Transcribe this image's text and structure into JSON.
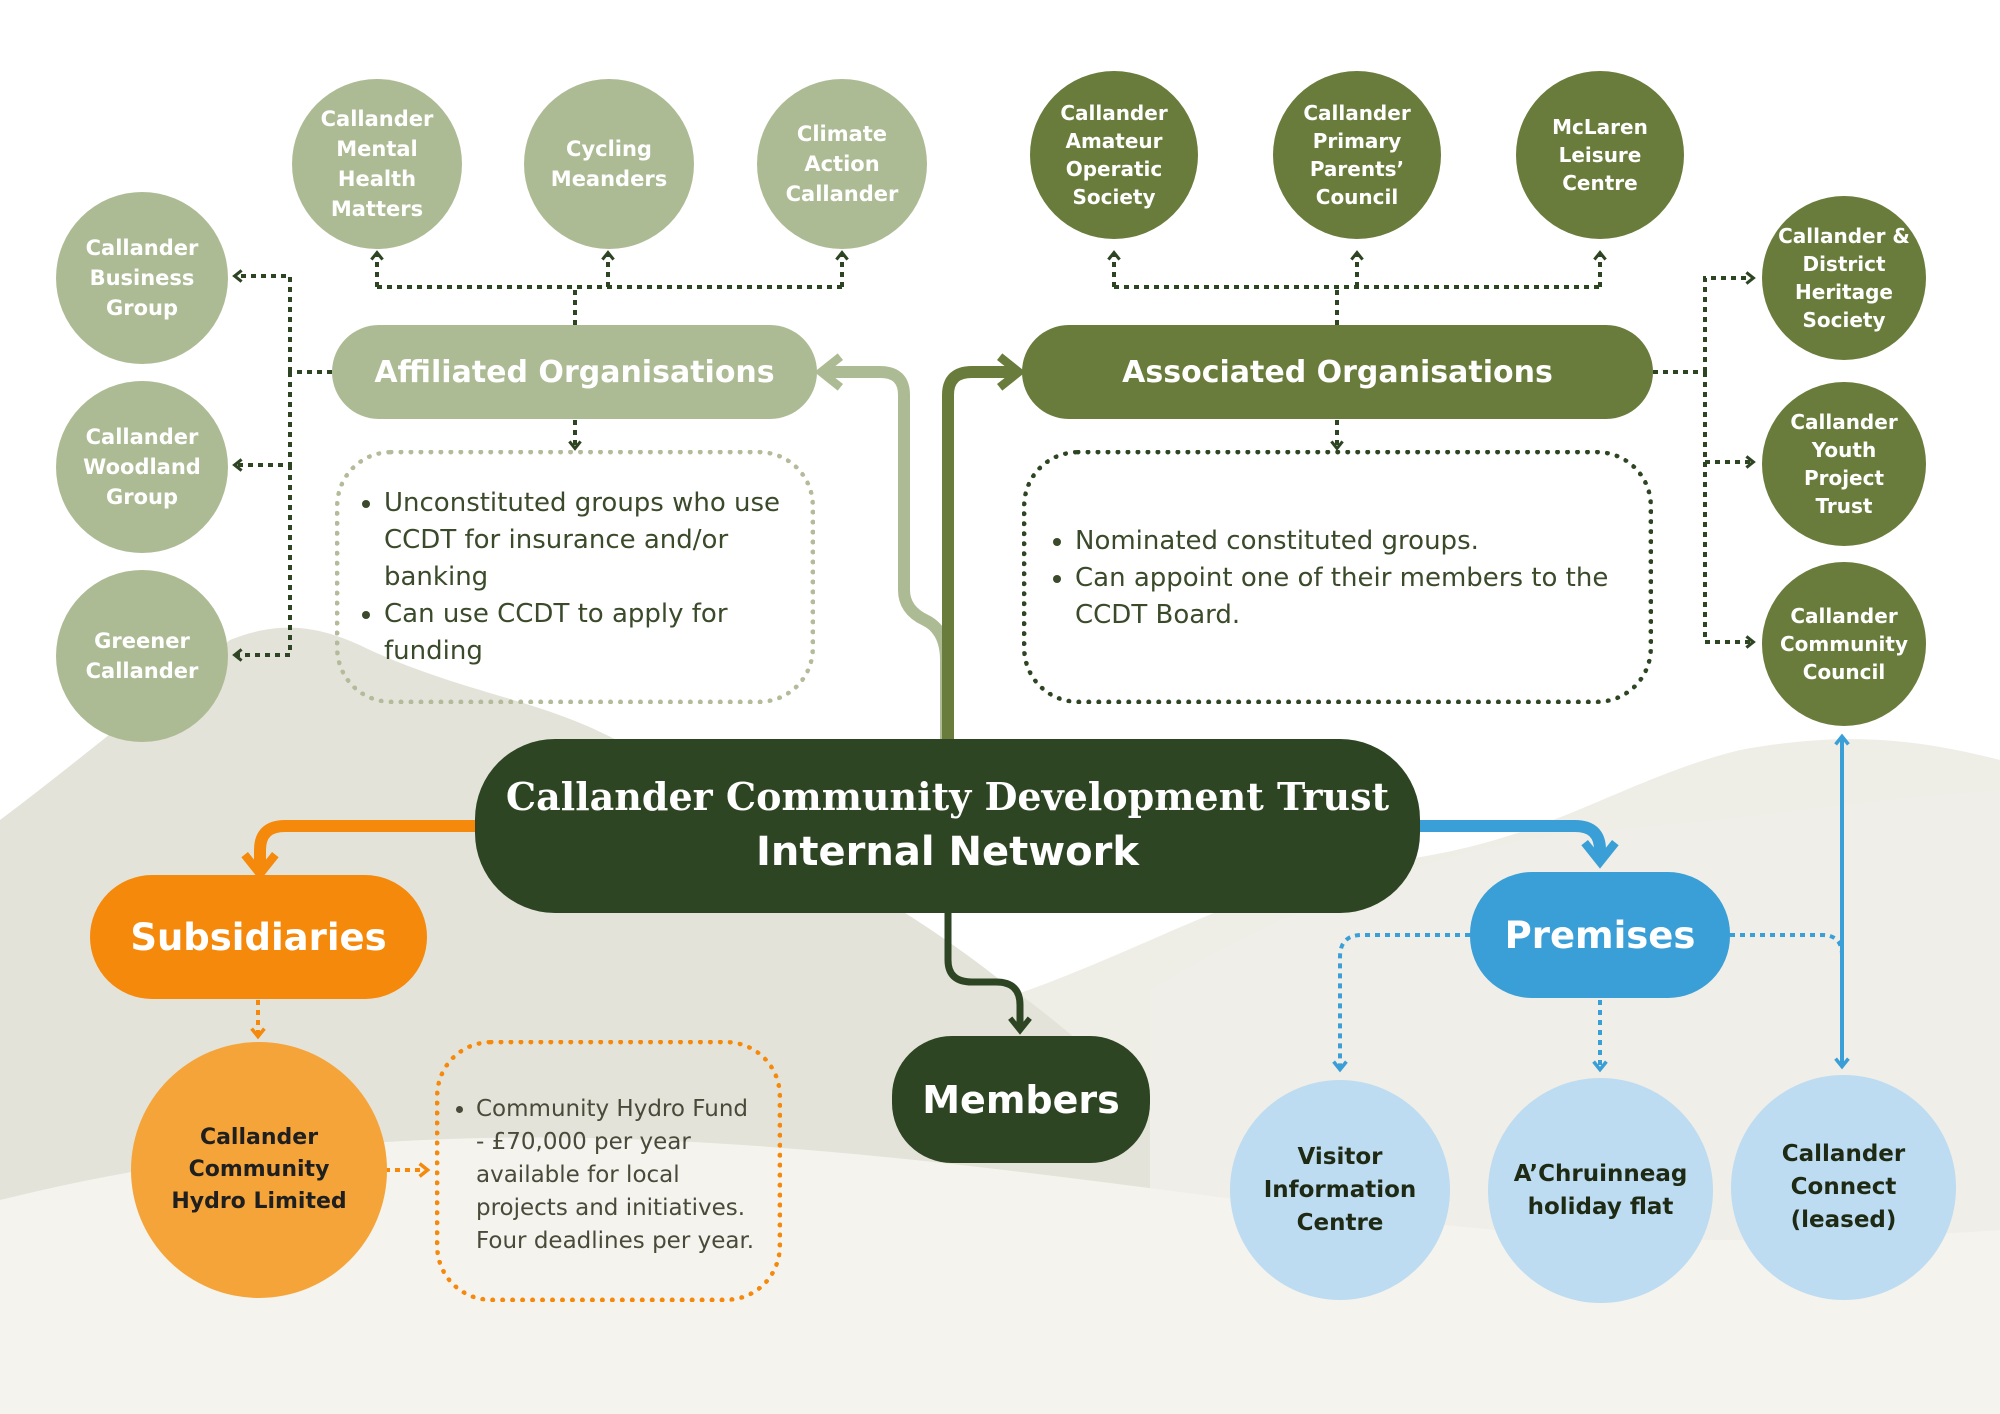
{
  "colors": {
    "light_green": "#adbb94",
    "dark_green": "#697c3b",
    "deep_green": "#2e4523",
    "orange": "#f5890c",
    "orange_light": "#f5a43a",
    "blue": "#3a9fd6",
    "blue_light": "#bddcf1",
    "hill": "#edece5"
  },
  "title": {
    "line1": "Callander Community Development Trust",
    "line2": "Internal Network"
  },
  "affiliated": {
    "label": "Affiliated Organisations",
    "points": [
      "Unconstituted groups who use CCDT for insurance and/or banking",
      "Can use CCDT to apply for funding"
    ],
    "orgs": [
      "Callander\nMental\nHealth\nMatters",
      "Cycling\nMeanders",
      "Climate\nAction\nCallander",
      "Callander\nBusiness\nGroup",
      "Callander\nWoodland\nGroup",
      "Greener\nCallander"
    ]
  },
  "associated": {
    "label": "Associated Organisations",
    "points": [
      "Nominated constituted groups.",
      "Can appoint one of their members to the CCDT Board."
    ],
    "orgs": [
      "Callander\nAmateur\nOperatic\nSociety",
      "Callander\nPrimary\nParents’\nCouncil",
      "McLaren\nLeisure\nCentre",
      "Callander &\nDistrict\nHeritage\nSociety",
      "Callander\nYouth\nProject\nTrust",
      "Callander\nCommunity\nCouncil"
    ]
  },
  "subsidiaries": {
    "label": "Subsidiaries",
    "company": "Callander\nCommunity\nHydro Limited",
    "fund_text": "Community Hydro Fund - £70,000 per year available for local projects and initiatives. Four deadlines per year."
  },
  "members": {
    "label": "Members"
  },
  "premises": {
    "label": "Premises",
    "items": [
      "Visitor\nInformation\nCentre",
      "A’Chruinneag\nholiday flat",
      "Callander\nConnect\n(leased)"
    ]
  }
}
